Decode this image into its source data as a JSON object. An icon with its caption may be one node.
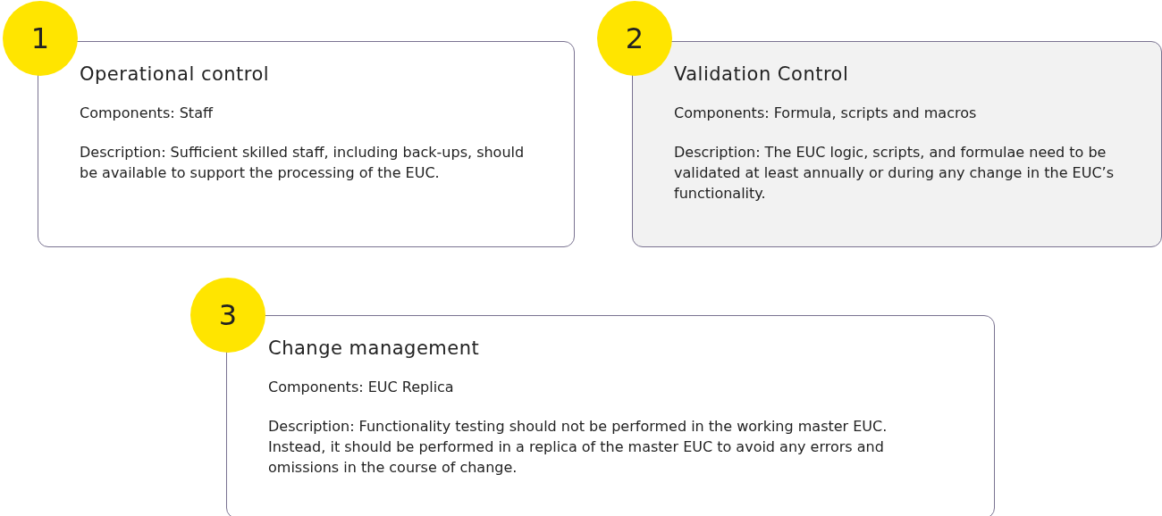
{
  "diagram": {
    "nodes": [
      {
        "text": [
          "1"
        ]
      },
      {
        "text": [
          "Operational control",
          "Components: Staff",
          "Description: Sufficient skilled staff, including back-ups, should be available to support the processing of the EUC."
        ]
      },
      {
        "text": [
          "2"
        ]
      },
      {
        "text": [
          "Validation Control",
          "Components: Formula, scripts and macros",
          "Description: The EUC logic, scripts, and formulae need to be validated at least annually or during any change in the EUC’s functionality."
        ]
      },
      {
        "text": [
          "3"
        ]
      },
      {
        "text": [
          "Change management",
          "Components: EUC Replica",
          "Description: Functionality testing should not be performed in the working master EUC. Instead, it should be performed in a replica of the master EUC to avoid any errors and omissions in the course of change."
        ]
      }
    ]
  }
}
